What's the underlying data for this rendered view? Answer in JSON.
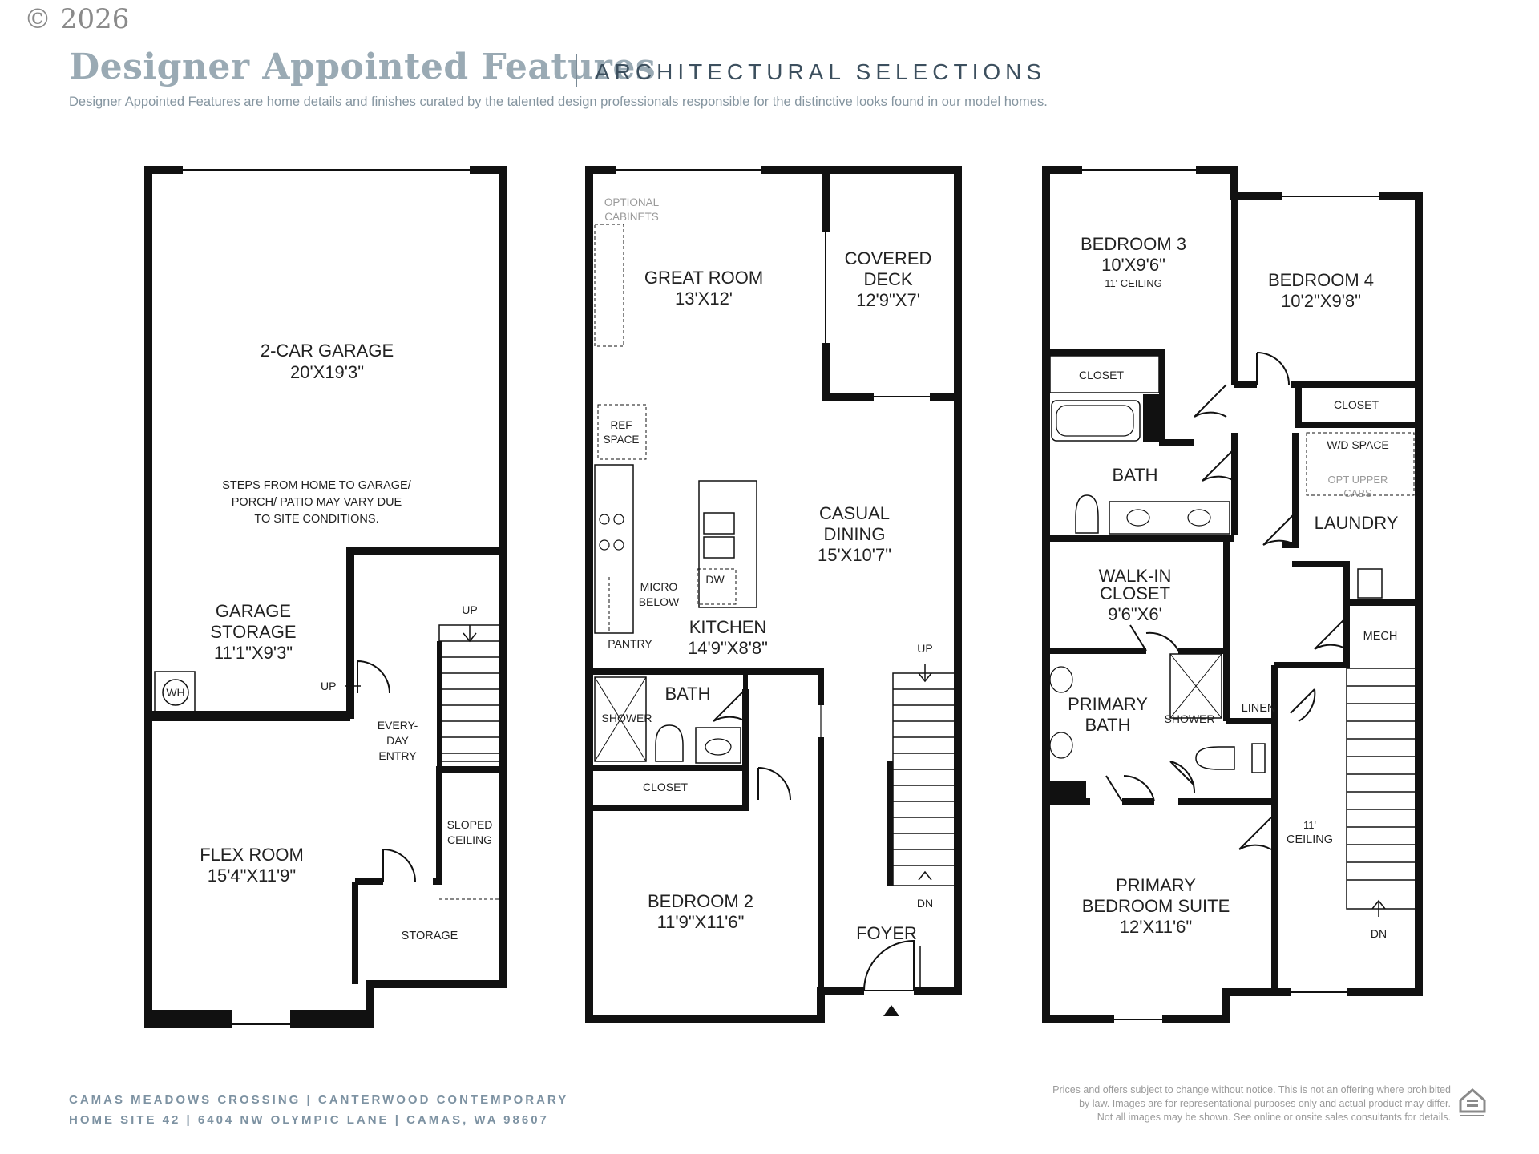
{
  "copyright": "© 2026",
  "header": {
    "title": "Designer Appointed Features",
    "subtitle": "ARCHITECTURAL SELECTIONS",
    "description": "Designer Appointed Features are home details and finishes curated by the talented design professionals responsible for the distinctive looks found in our model homes."
  },
  "floor1": {
    "garage": "2-CAR GARAGE",
    "garage_dim": "20'X19'3\"",
    "note_line1": "STEPS FROM HOME TO GARAGE/",
    "note_line2": "PORCH/ PATIO MAY VARY DUE",
    "note_line3": "TO SITE CONDITIONS.",
    "garage_storage_l1": "GARAGE",
    "garage_storage_l2": "STORAGE",
    "garage_storage_dim": "11'1\"X9'3\"",
    "wh": "WH",
    "up1": "UP",
    "up2": "UP",
    "entry_l1": "EVERY-",
    "entry_l2": "DAY",
    "entry_l3": "ENTRY",
    "sloped_l1": "SLOPED",
    "sloped_l2": "CEILING",
    "flex": "FLEX ROOM",
    "flex_dim": "15'4\"X11'9\"",
    "storage": "STORAGE"
  },
  "floor2": {
    "optional_l1": "OPTIONAL",
    "optional_l2": "CABINETS",
    "great_room": "GREAT ROOM",
    "great_room_dim": "13'X12'",
    "deck_l1": "COVERED",
    "deck_l2": "DECK",
    "deck_dim": "12'9\"X7'",
    "ref_l1": "REF",
    "ref_l2": "SPACE",
    "dining_l1": "CASUAL",
    "dining_l2": "DINING",
    "dining_dim": "15'X10'7\"",
    "dw": "DW",
    "micro_l1": "MICRO",
    "micro_l2": "BELOW",
    "pantry": "PANTRY",
    "kitchen": "KITCHEN",
    "kitchen_dim": "14'9\"X8'8\"",
    "up": "UP",
    "bath": "BATH",
    "shower": "SHOWER",
    "closet": "CLOSET",
    "bedroom2": "BEDROOM 2",
    "bedroom2_dim": "11'9\"X11'6\"",
    "dn": "DN",
    "foyer": "FOYER"
  },
  "floor3": {
    "bedroom3": "BEDROOM 3",
    "bedroom3_dim": "10'X9'6\"",
    "bedroom3_ceiling": "11' CEILING",
    "bedroom4": "BEDROOM 4",
    "bedroom4_dim": "10'2\"X9'8\"",
    "closet1": "CLOSET",
    "closet2": "CLOSET",
    "wd_space": "W/D SPACE",
    "opt_upper_l1": "OPT UPPER",
    "opt_upper_l2": "CABS",
    "bath": "BATH",
    "laundry": "LAUNDRY",
    "walkin_l1": "WALK-IN",
    "walkin_l2": "CLOSET",
    "walkin_dim": "9'6\"X6'",
    "mech": "MECH",
    "primary_bath_l1": "PRIMARY",
    "primary_bath_l2": "BATH",
    "shower": "SHOWER",
    "linen": "LINEN",
    "ceiling_l1": "11'",
    "ceiling_l2": "CEILING",
    "primary_l1": "PRIMARY",
    "primary_l2": "BEDROOM SUITE",
    "primary_dim": "12'X11'6\"",
    "dn": "DN"
  },
  "footer": {
    "line1": "CAMAS MEADOWS CROSSING  |  CANTERWOOD CONTEMPORARY",
    "line2": "HOME SITE 42  |  6404 NW OLYMPIC LANE  |  CAMAS, WA 98607",
    "disclaimer_l1": "Prices and offers subject to change without notice. This is not an offering where prohibited",
    "disclaimer_l2": "by law. Images are for representational purposes only and actual product may differ.",
    "disclaimer_l3": "Not all images may be shown. See online or onsite sales consultants for details."
  }
}
